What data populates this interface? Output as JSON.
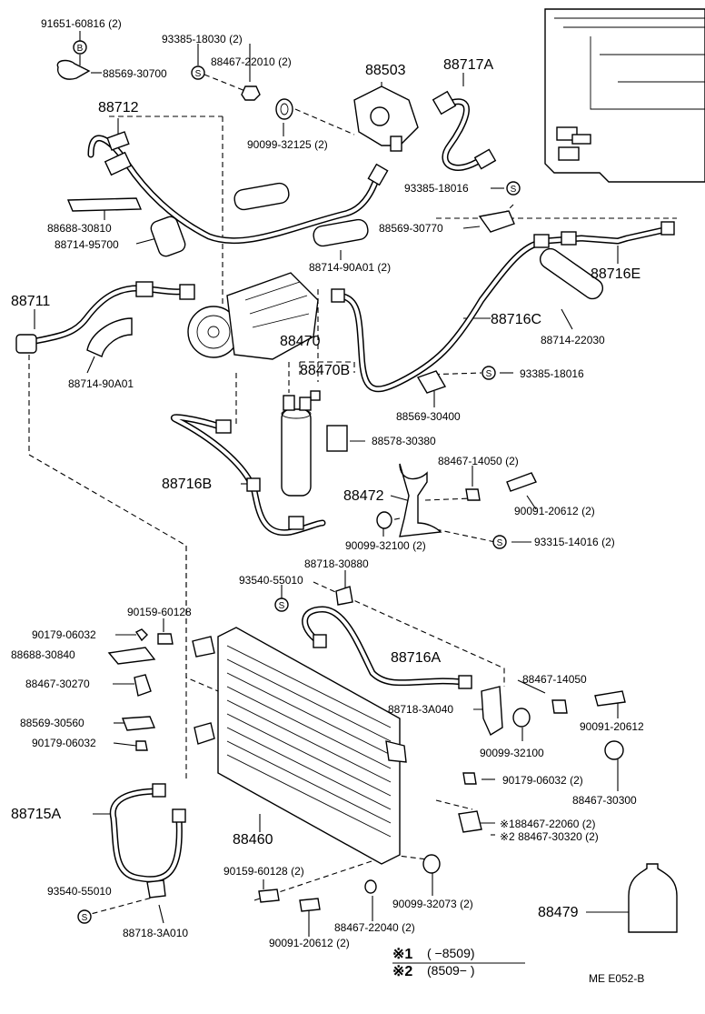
{
  "callouts": [
    {
      "id": "c01",
      "text": "91651-60816 (2)"
    },
    {
      "id": "c02",
      "text": "93385-18030 (2)"
    },
    {
      "id": "c03",
      "text": "88467-22010 (2)"
    },
    {
      "id": "c04",
      "text": "88569-30700"
    },
    {
      "id": "c05",
      "text": "88503"
    },
    {
      "id": "c06",
      "text": "88717A"
    },
    {
      "id": "c07",
      "text": "88712"
    },
    {
      "id": "c08",
      "text": "90099-32125 (2)"
    },
    {
      "id": "c09",
      "text": "93385-18016"
    },
    {
      "id": "c10",
      "text": "88688-30810"
    },
    {
      "id": "c11",
      "text": "88569-30770"
    },
    {
      "id": "c12",
      "text": "88714-95700"
    },
    {
      "id": "c13",
      "text": "88714-90A01 (2)"
    },
    {
      "id": "c14",
      "text": "88716E"
    },
    {
      "id": "c15",
      "text": "88711"
    },
    {
      "id": "c16",
      "text": "88716C"
    },
    {
      "id": "c17",
      "text": "88470"
    },
    {
      "id": "c18",
      "text": "88714-22030"
    },
    {
      "id": "c19",
      "text": "88470B"
    },
    {
      "id": "c20",
      "text": "88714-90A01"
    },
    {
      "id": "c21",
      "text": "93385-18016"
    },
    {
      "id": "c22",
      "text": "88569-30400"
    },
    {
      "id": "c23",
      "text": "88578-30380"
    },
    {
      "id": "c24",
      "text": "88716B"
    },
    {
      "id": "c25",
      "text": "88467-14050 (2)"
    },
    {
      "id": "c26",
      "text": "88472"
    },
    {
      "id": "c27",
      "text": "90091-20612 (2)"
    },
    {
      "id": "c28",
      "text": "90099-32100 (2)"
    },
    {
      "id": "c29",
      "text": "93315-14016 (2)"
    },
    {
      "id": "c30",
      "text": "88718-30880"
    },
    {
      "id": "c31",
      "text": "93540-55010"
    },
    {
      "id": "c32",
      "text": "90159-60128"
    },
    {
      "id": "c33",
      "text": "90179-06032"
    },
    {
      "id": "c34",
      "text": "88688-30840"
    },
    {
      "id": "c35",
      "text": "88716A"
    },
    {
      "id": "c36",
      "text": "88467-30270"
    },
    {
      "id": "c37",
      "text": "88467-14050"
    },
    {
      "id": "c38",
      "text": "88718-3A040"
    },
    {
      "id": "c39",
      "text": "90091-20612"
    },
    {
      "id": "c40",
      "text": "88569-30560"
    },
    {
      "id": "c41",
      "text": "90179-06032"
    },
    {
      "id": "c42",
      "text": "90099-32100"
    },
    {
      "id": "c43",
      "text": "90179-06032 (2)"
    },
    {
      "id": "c44",
      "text": "88467-30300"
    },
    {
      "id": "c45",
      "text": "88715A"
    },
    {
      "id": "c46",
      "text": "88460"
    },
    {
      "id": "c47",
      "text": "※188467-22060 (2)"
    },
    {
      "id": "c48",
      "text": "※2 88467-30320 (2)"
    },
    {
      "id": "c49",
      "text": "90159-60128 (2)"
    },
    {
      "id": "c50",
      "text": "93540-55010"
    },
    {
      "id": "c51",
      "text": "90099-32073 (2)"
    },
    {
      "id": "c52",
      "text": "88479"
    },
    {
      "id": "c53",
      "text": "88718-3A010"
    },
    {
      "id": "c54",
      "text": "88467-22040 (2)"
    },
    {
      "id": "c55",
      "text": "90091-20612 (2)"
    }
  ],
  "marks": {
    "b": "B",
    "s": "S"
  },
  "legend": {
    "row1_mark": "※1",
    "row1_range": "(        −8509)",
    "row2_mark": "※2",
    "row2_range": "(8509−         )"
  },
  "footer": {
    "code": "ME  E052-B"
  }
}
